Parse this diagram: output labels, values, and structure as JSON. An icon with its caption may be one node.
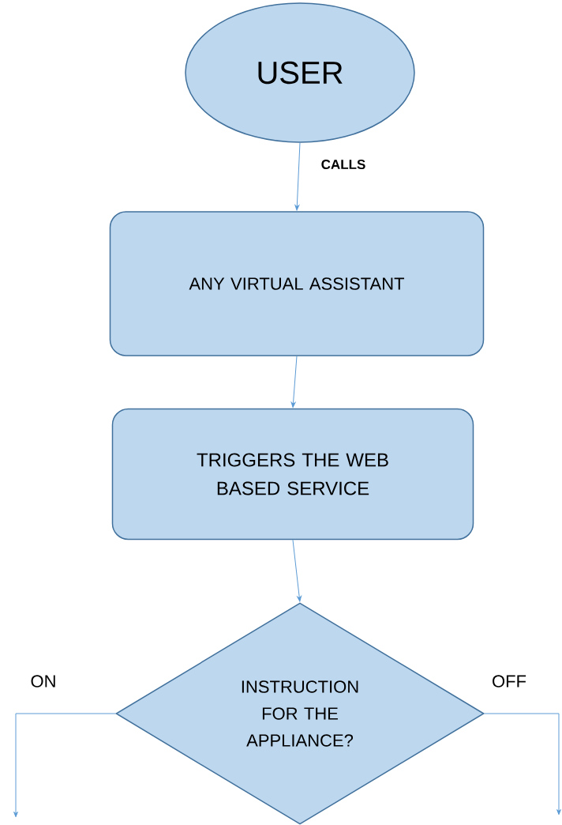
{
  "diagram": {
    "nodes": [
      {
        "text": [
          "USER"
        ]
      },
      {
        "text": [
          "ANY VIRTUAL ASSISTANT"
        ]
      },
      {
        "text": [
          "TRIGGERS THE WEB BASED SERVICE"
        ]
      },
      {
        "text": [
          "INSTRUCTION FOR THE APPLIANCE?"
        ]
      }
    ],
    "edges": [
      {
        "from": 0,
        "to": 1,
        "arrow": "to",
        "label": "CALLS"
      },
      {
        "from": 1,
        "to": 2,
        "arrow": "to"
      },
      {
        "from": 2,
        "to": 3,
        "arrow": "to"
      },
      {
        "from": 3,
        "to": null,
        "arrow": "to",
        "label": "ON"
      },
      {
        "from": 3,
        "to": null,
        "arrow": "to",
        "label": "OFF"
      }
    ]
  }
}
